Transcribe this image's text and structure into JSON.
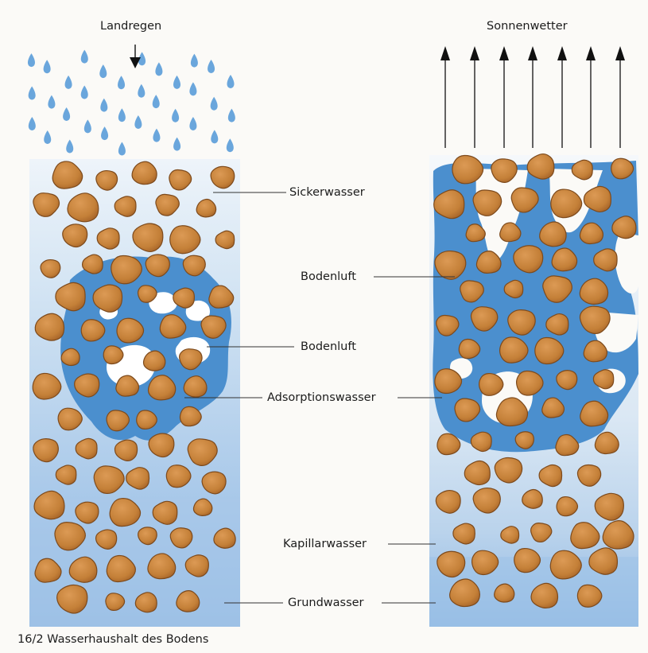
{
  "left_panel": {
    "title": "Landregen",
    "condition": "rain"
  },
  "right_panel": {
    "title": "Sonnenwetter",
    "condition": "sun"
  },
  "labels": {
    "sickerwasser": "Sickerwasser",
    "bodenluft_left": "Bodenluft",
    "adsorptionswasser": "Adsorptionswasser",
    "bodenluft_right": "Bodenluft",
    "kapillarwasser": "Kapillarwasser",
    "grundwasser": "Grundwasser"
  },
  "caption": "16/2 Wasserhaushalt des Bodens",
  "colors": {
    "grain": "#c98541",
    "grain_dark": "#7d4a1c",
    "water_dark": "#4b8fce",
    "water_light": "#c7dcef",
    "groundwater": "#8fb8e3",
    "raindrop": "#6aa6dc"
  }
}
